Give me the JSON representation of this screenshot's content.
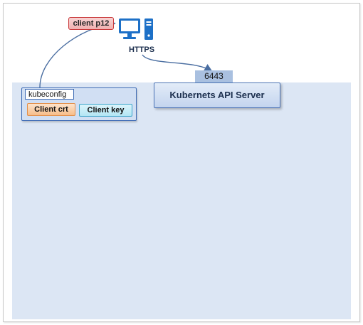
{
  "client_cert_tag": "client p12",
  "protocol_label": "HTTPS",
  "kubeconfig": {
    "title": "kubeconfig",
    "client_crt": "Client crt",
    "client_key": "Client key"
  },
  "api_server": {
    "port": "6443",
    "name": "Kubernets API Server"
  },
  "icons": {
    "client": "desktop-computer-icon"
  },
  "colors": {
    "cluster_area": "#dce6f4",
    "accent_blue": "#3e6bb5",
    "arrow": "#4a6ea1"
  }
}
